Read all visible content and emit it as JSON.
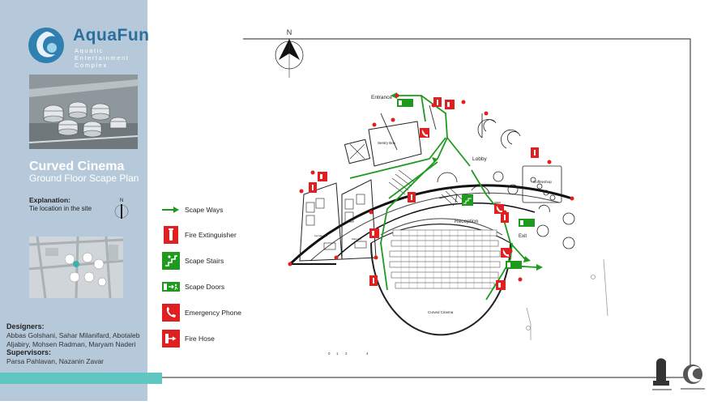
{
  "brand": {
    "name": "AquaFun",
    "subtitle_lines": [
      "Aquatic",
      "Entertainment",
      "Complex"
    ]
  },
  "sheet": {
    "title": "Curved Cinema",
    "subtitle": "Ground Floor Scape Plan",
    "explanation_heading": "Explanation:",
    "explanation_text": "Tie location in the site",
    "designers_heading": "Designers:",
    "designers": "Abbas Golshani, Sahar Milanifard, Abotaleb Aljabiry, Mohsen Radman, Maryam Naderi",
    "supervisors_heading": "Supervisors:",
    "supervisors": "Parsa Pahlavan, Nazanin Zavar"
  },
  "legend": [
    {
      "icon": "scape-way-arrow",
      "label": "Scape Ways"
    },
    {
      "icon": "fire-extinguisher-icon",
      "label": "Fire Extinguisher"
    },
    {
      "icon": "scape-stairs-icon",
      "label": "Scape Stairs"
    },
    {
      "icon": "scape-door-icon",
      "label": "Scape Doors"
    },
    {
      "icon": "emergency-phone-icon",
      "label": "Emergency Phone"
    },
    {
      "icon": "fire-hose-icon",
      "label": "Fire Hose"
    }
  ],
  "plan": {
    "north": "N",
    "rooms": {
      "entrance": "Entrance",
      "sentry": "Sentry Box",
      "lobby": "Lobby",
      "coffeeshop": "Coffeeshop",
      "reception": "Reception",
      "exit": "Exit",
      "cinema": "Curved Cinema",
      "wc_female": "Female WC",
      "wc_male": "Male WC"
    },
    "scale_ticks": [
      "0",
      "1",
      "2",
      "4"
    ]
  },
  "colors": {
    "sidebar": "#b5c9da",
    "brand": "#2a6f9c",
    "route_green": "#1f9a1f",
    "safety_red": "#e02020",
    "teal_bar": "#5fc6c1"
  }
}
